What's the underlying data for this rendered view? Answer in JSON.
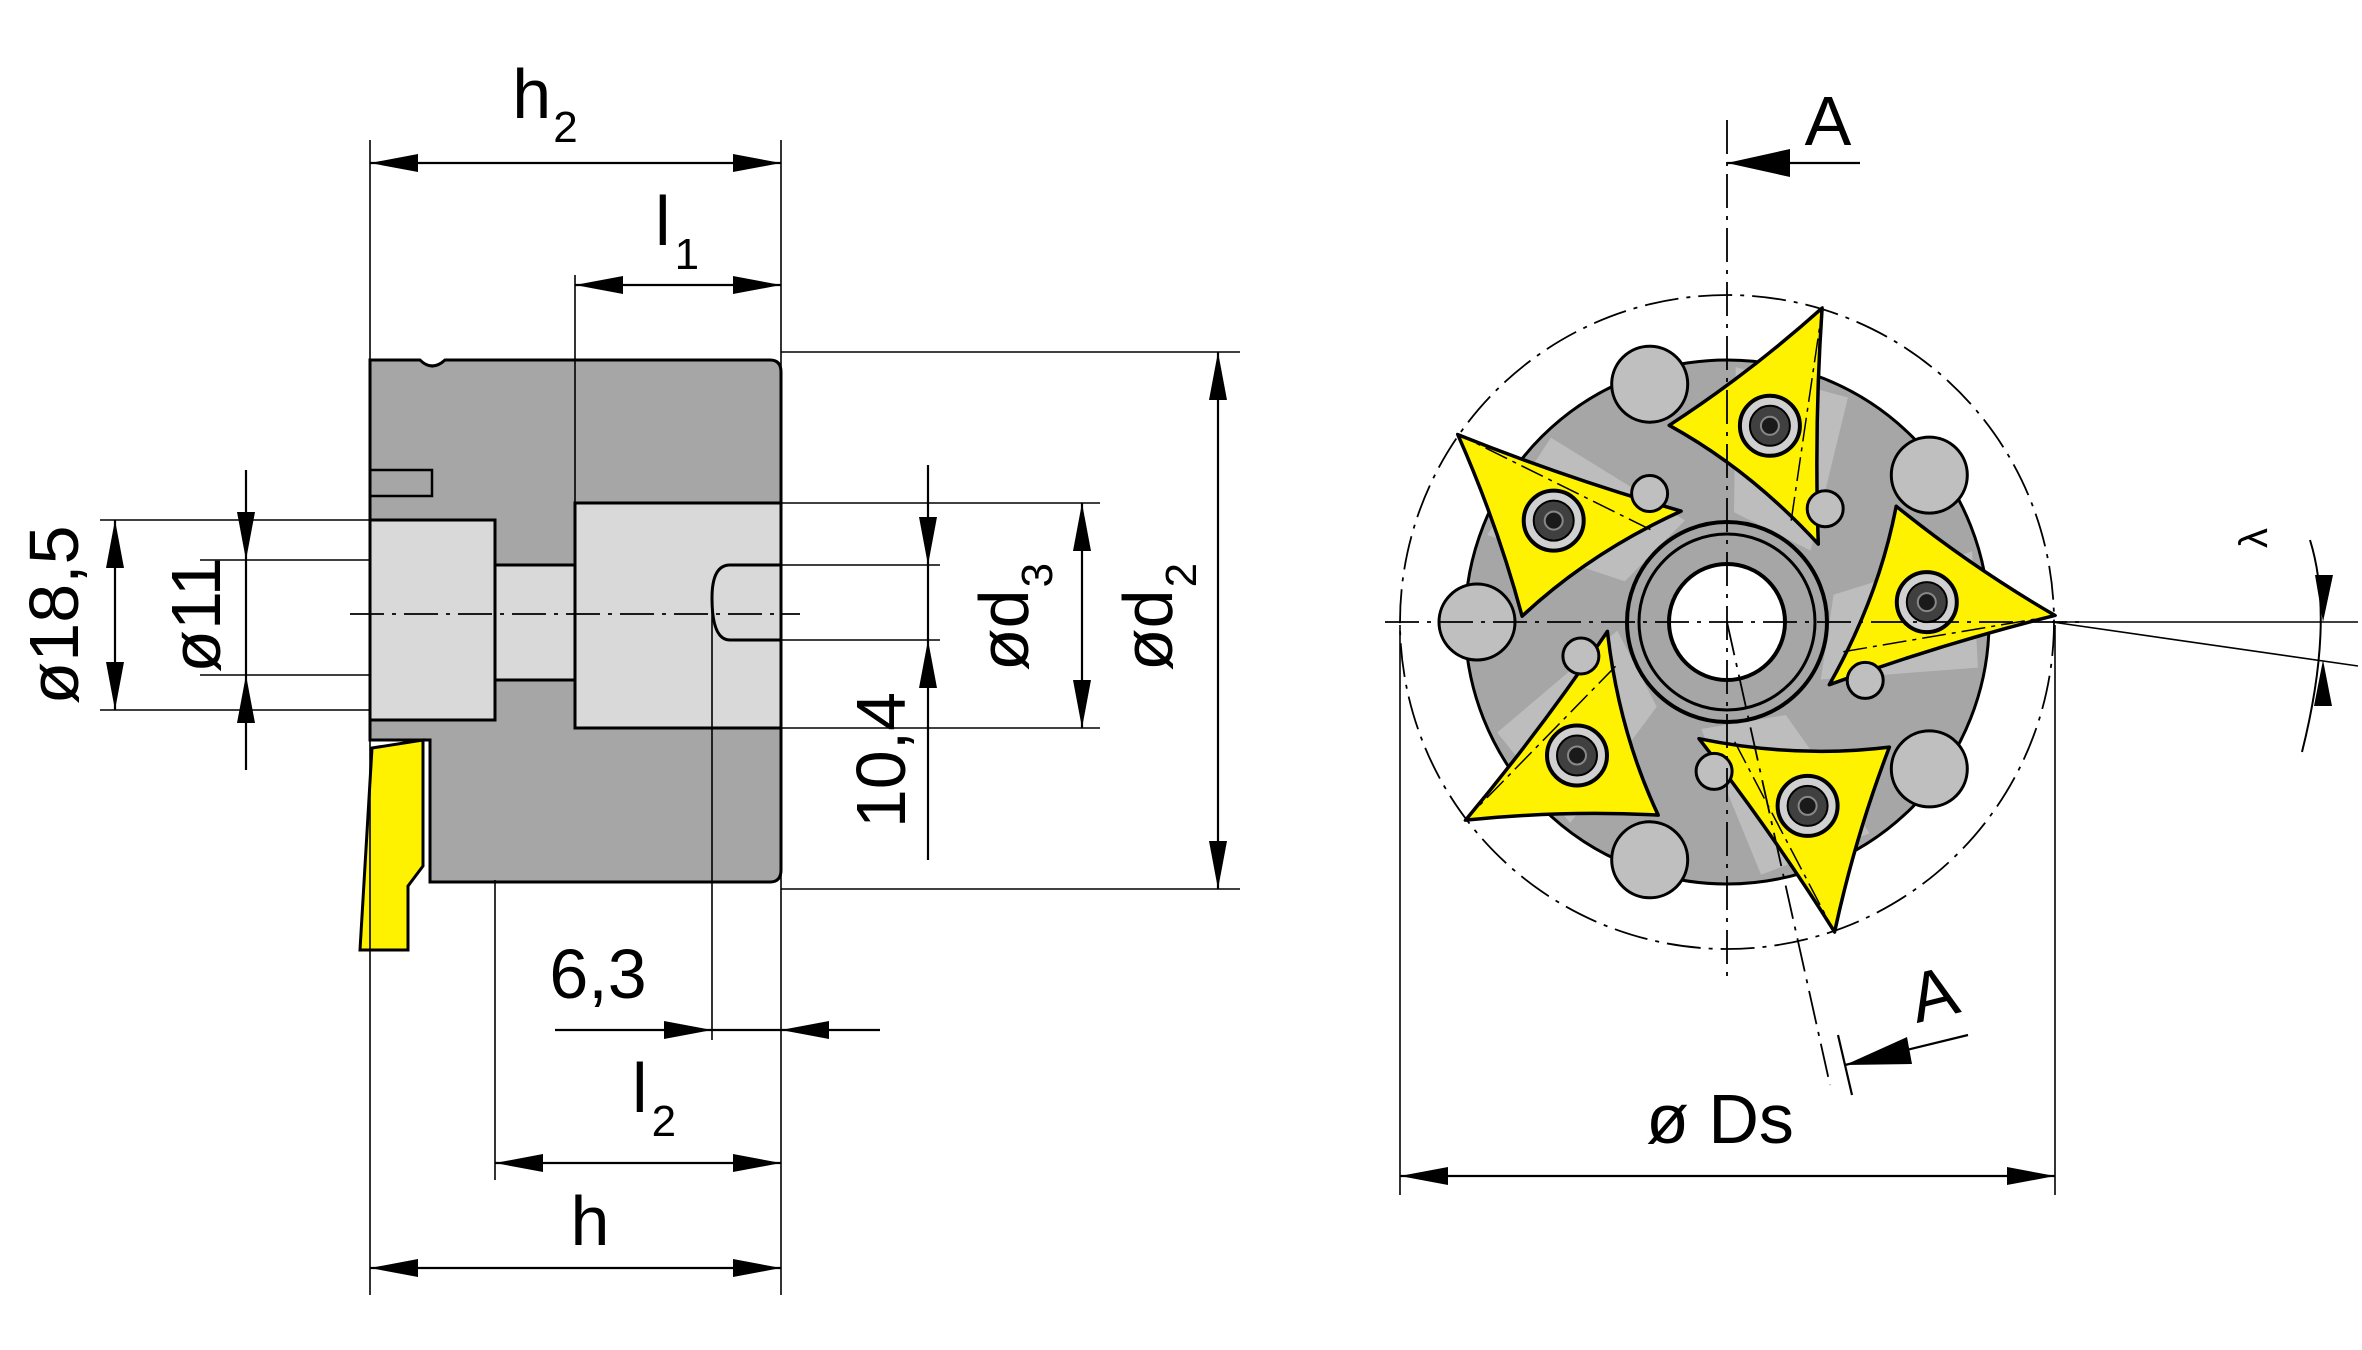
{
  "colors": {
    "body": "#a6a6a6",
    "bore": "#d9d9d9",
    "insert": "#fff200",
    "line": "#000000"
  },
  "side_view": {
    "labels": {
      "h2": "h",
      "h2_sub": "2",
      "l1": "l",
      "l1_sub": "1",
      "l2": "l",
      "l2_sub": "2",
      "h": "h",
      "d18_5": "ø18,5",
      "d11": "ø11",
      "d3": "ød",
      "d3_sub": "3",
      "d2": "ød",
      "d2_sub": "2",
      "v10_4": "10,4",
      "v6_3": "6,3"
    }
  },
  "front_view": {
    "labels": {
      "section_top": "A",
      "section_bottom": "A",
      "lambda": "λ",
      "ds": "ø Ds"
    },
    "insert_count": 5
  }
}
